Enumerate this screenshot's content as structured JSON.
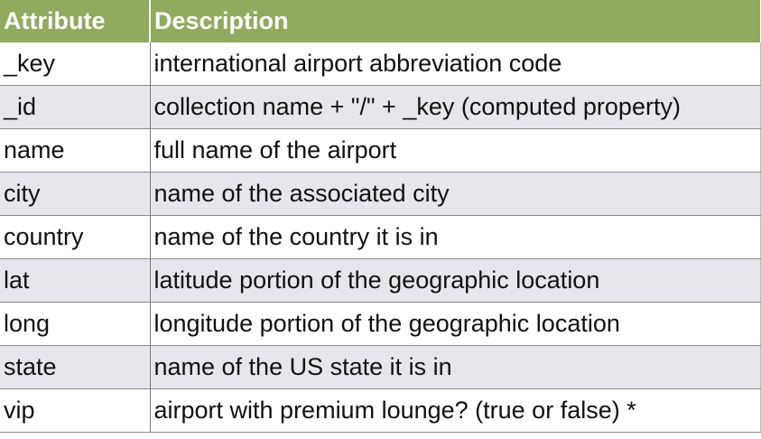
{
  "table": {
    "headers": [
      "Attribute",
      "Description"
    ],
    "rows": [
      {
        "attribute": "_key",
        "description": "international airport abbreviation code"
      },
      {
        "attribute": "_id",
        "description": "collection name + \"/\" + _key (computed property)"
      },
      {
        "attribute": "name",
        "description": "full name of the airport"
      },
      {
        "attribute": "city",
        "description": "name of the associated city"
      },
      {
        "attribute": "country",
        "description": "name of the country it is in"
      },
      {
        "attribute": "lat",
        "description": "latitude portion of the geographic location"
      },
      {
        "attribute": "long",
        "description": "longitude portion of the geographic location"
      },
      {
        "attribute": "state",
        "description": "name of the US state it is in"
      },
      {
        "attribute": "vip",
        "description": "airport with premium lounge? (true or false) *"
      }
    ]
  },
  "colors": {
    "header_bg": "#90aa5e",
    "header_text": "#ffffff",
    "row_alt_bg": "#e6e7ec",
    "row_bg": "#ffffff"
  }
}
